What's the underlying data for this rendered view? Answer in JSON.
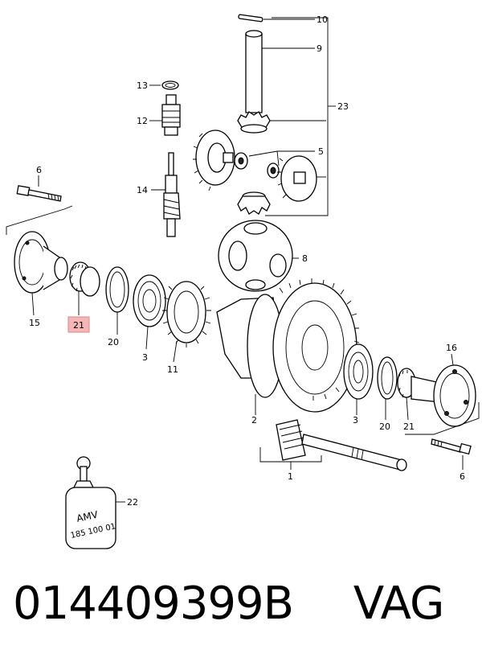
{
  "callouts": {
    "c1": "1",
    "c2": "2",
    "c3a": "3",
    "c3b": "3",
    "c5": "5",
    "c6a": "6",
    "c6b": "6",
    "c8": "8",
    "c9": "9",
    "c10": "10",
    "c11": "11",
    "c12": "12",
    "c13": "13",
    "c14": "14",
    "c15": "15",
    "c16": "16",
    "c20a": "20",
    "c20b": "20",
    "c21_highlighted": "21",
    "c21b": "21",
    "c22": "22",
    "c23": "23"
  },
  "bottle": {
    "line1": "AMV",
    "line2": "185 100 01"
  },
  "highlight_color": "#f4b6b6",
  "part_number": "014409399B",
  "brand": "VAG"
}
